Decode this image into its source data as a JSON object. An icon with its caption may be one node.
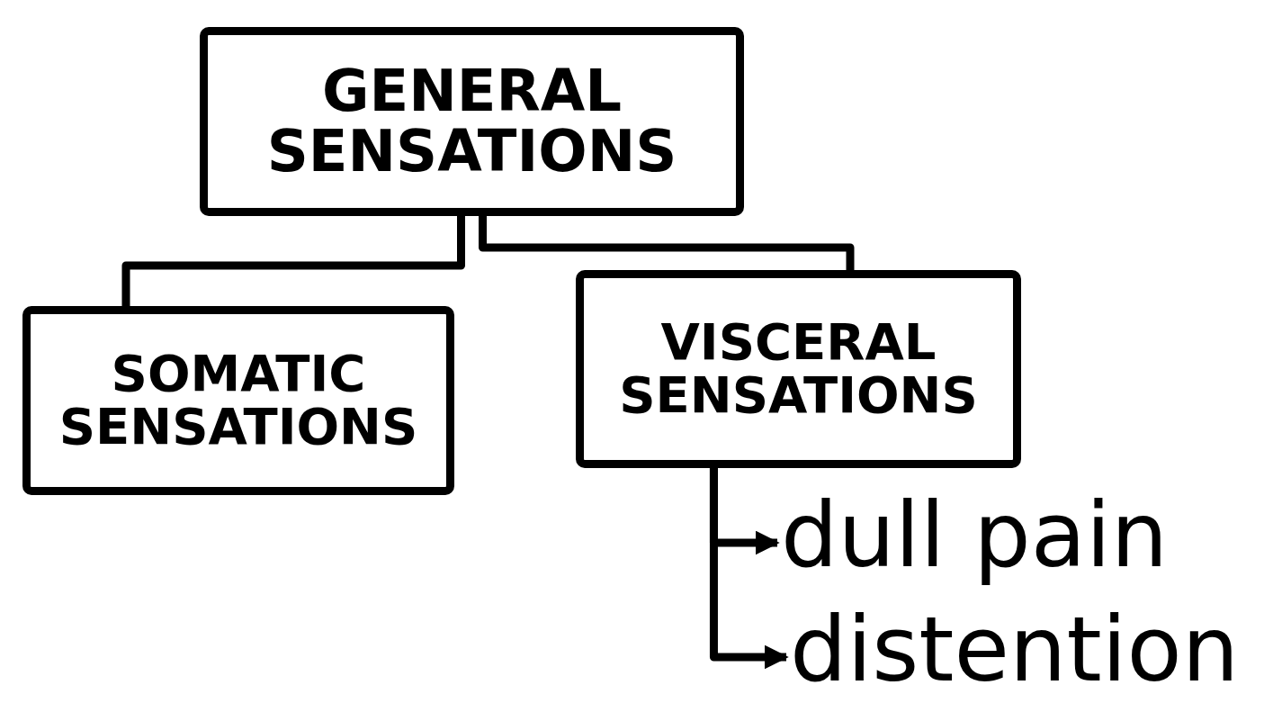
{
  "diagram": {
    "nodes": [
      {
        "text": [
          "GENERAL SENSATIONS"
        ]
      },
      {
        "text": [
          "SOMATIC SENSATIONS"
        ]
      },
      {
        "text": [
          "VISCERAL SENSATIONS"
        ]
      },
      {
        "text": [
          "dull pain"
        ]
      },
      {
        "text": [
          "distention"
        ]
      }
    ],
    "edges": [
      {
        "from": 0,
        "to": 1,
        "arrow": "none"
      },
      {
        "from": 0,
        "to": 2,
        "arrow": "none"
      },
      {
        "from": 2,
        "to": 3,
        "arrow": "to"
      },
      {
        "from": 2,
        "to": 4,
        "arrow": "to"
      }
    ]
  }
}
